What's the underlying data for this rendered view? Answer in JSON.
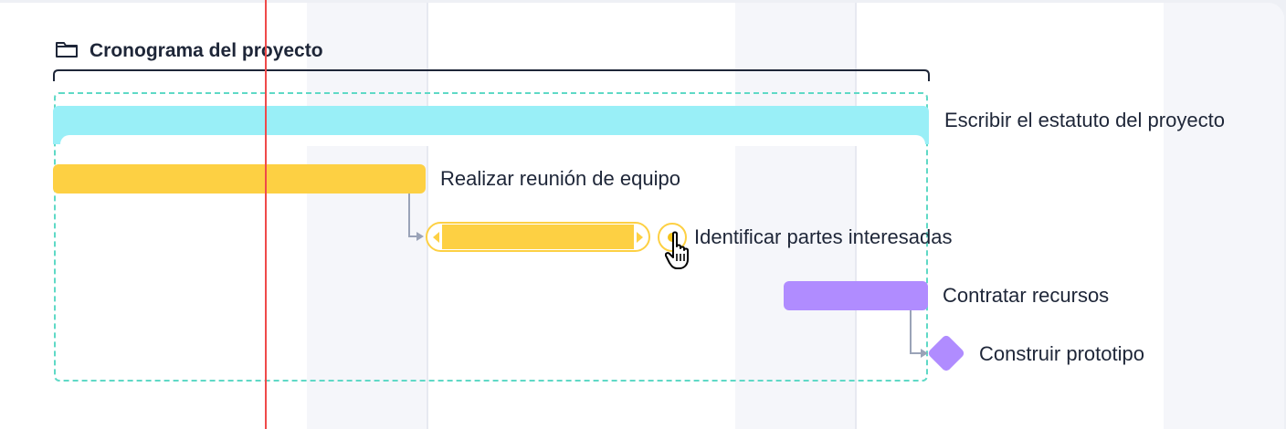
{
  "project": {
    "title": "Cronograma del proyecto",
    "icon": "folder-icon"
  },
  "tasks": [
    {
      "id": "t1",
      "label": "Escribir el estatuto del proyecto",
      "type": "summary",
      "color": "#99eff7"
    },
    {
      "id": "t2",
      "label": "Realizar reunión de equipo",
      "type": "task",
      "color": "#fdd043"
    },
    {
      "id": "t3",
      "label": "Identificar partes interesadas",
      "type": "task",
      "color": "#fdd043",
      "selected": true
    },
    {
      "id": "t4",
      "label": "Contratar recursos",
      "type": "task",
      "color": "#b08cff"
    },
    {
      "id": "t5",
      "label": "Construir prototipo",
      "type": "milestone",
      "color": "#b08cff"
    }
  ],
  "dependencies": [
    {
      "from": "t2",
      "to": "t3"
    },
    {
      "from": "t4",
      "to": "t5"
    }
  ],
  "colors": {
    "today_line": "#ef4a4a",
    "group_border": "#5fd9c6",
    "connector": "#9aa3b8"
  }
}
